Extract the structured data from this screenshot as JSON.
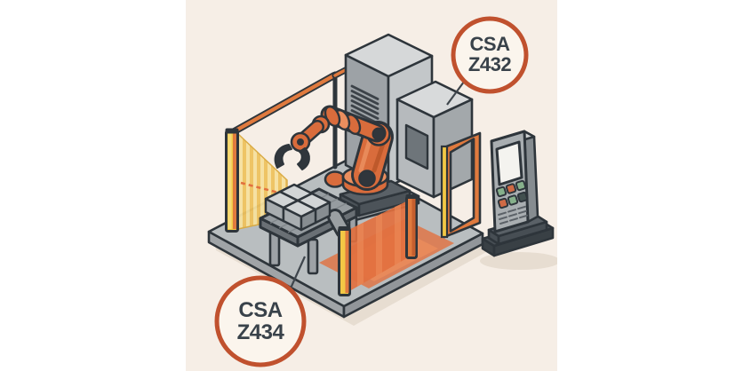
{
  "illustration": {
    "title": "Industrial robot safety cell with CSA standard callouts",
    "badges": [
      {
        "id": "csa-z432",
        "line1": "CSA",
        "line2": "Z432",
        "points_to": "robot-system-cabinets"
      },
      {
        "id": "csa-z434",
        "line1": "CSA",
        "line2": "Z434",
        "points_to": "robot-cell-platform"
      }
    ]
  },
  "colors": {
    "canvas_bg": "#f6eee6",
    "page_bg": "#ffffff",
    "outline": "#2e353b",
    "shadow": "#e7ddd1",
    "platform_top": "#b9bec0",
    "platform_side_l": "#a0a4a7",
    "platform_side_r": "#92969a",
    "cabinet_front": "#9da2a6",
    "cabinet_side": "#c3c7c9",
    "cabinet_top": "#d6d8d9",
    "cabinet2_front": "#b6babd",
    "cabinet2_side": "#a3a8ab",
    "cabinet2_top": "#d8dadb",
    "cabinet_window": "#6e757a",
    "vent": "#3c4248",
    "robot_orange": "#d96c3c",
    "robot_orange_light": "#ea8e5e",
    "robot_orange_dark": "#b85527",
    "robot_dark": "#30363c",
    "base_dark": "#4c5359",
    "base_dark_top": "#5a6167",
    "base_gray": "#9ba0a3",
    "table_top": "#969ca0",
    "table_side": "#6a7075",
    "box_top": "#d2d5d6",
    "box_left": "#a8adb0",
    "box_right": "#878d91",
    "curtain_pale": "#f6e1a0",
    "curtain_gold": "#eec25f",
    "curtain_edge": "#d9a93f",
    "post_yellow": "#f2c845",
    "post_yellow_light": "#f6da76",
    "post_orange": "#e07a3e",
    "post_orange_dark": "#c65f2e",
    "glow_orange": "#e2703f",
    "glow_orange_light": "#ef8f5c",
    "hmi_body": "#a9aeb1",
    "hmi_side": "#868c90",
    "hmi_top": "#cfd2d3",
    "hmi_screen": "#f4f3ef",
    "hmi_base": "#474e54",
    "hmi_base_low": "#394045",
    "btn_green": "#86b08b",
    "btn_red": "#cf6a45",
    "btn_dark": "#42504f",
    "badge_ring": "#c0512e",
    "badge_fill": "#fbf5ed",
    "badge_text": "#39424a",
    "leader": "#3f464d"
  }
}
